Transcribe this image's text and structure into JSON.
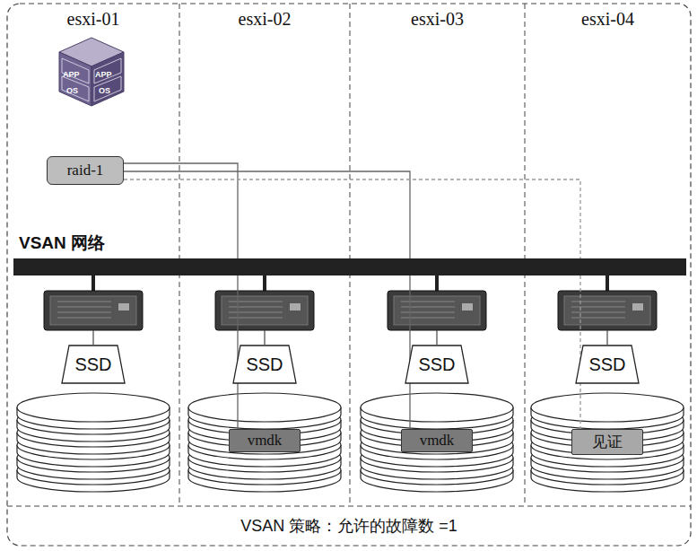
{
  "diagram": {
    "caption": "VSAN 策略：允许的故障数 =1",
    "nodes": [
      {
        "text": [
          "esxi-01"
        ]
      },
      {
        "text": [
          "esxi-02"
        ]
      },
      {
        "text": [
          "esxi-03"
        ]
      },
      {
        "text": [
          "esxi-04"
        ]
      },
      {
        "text": [
          "APP",
          "APP",
          "OS",
          "OS"
        ],
        "in": 0
      },
      {
        "text": [
          "raid-1"
        ],
        "in": 0
      },
      {
        "text": [
          "VSAN 网络"
        ]
      },
      {
        "text": [
          "SSD"
        ],
        "in": 0
      },
      {
        "text": [
          "SSD"
        ],
        "in": 1
      },
      {
        "text": [
          "SSD"
        ],
        "in": 2
      },
      {
        "text": [
          "SSD"
        ],
        "in": 3
      },
      {
        "text": [
          "vmdk"
        ],
        "in": 1
      },
      {
        "text": [
          "vmdk"
        ],
        "in": 2
      },
      {
        "text": [
          "见证"
        ],
        "in": 3
      }
    ],
    "edges": [
      {
        "from": 5,
        "to": 11,
        "arrow": "none"
      },
      {
        "from": 5,
        "to": 12,
        "arrow": "none"
      },
      {
        "from": 5,
        "to": 13,
        "arrow": "none"
      }
    ]
  }
}
